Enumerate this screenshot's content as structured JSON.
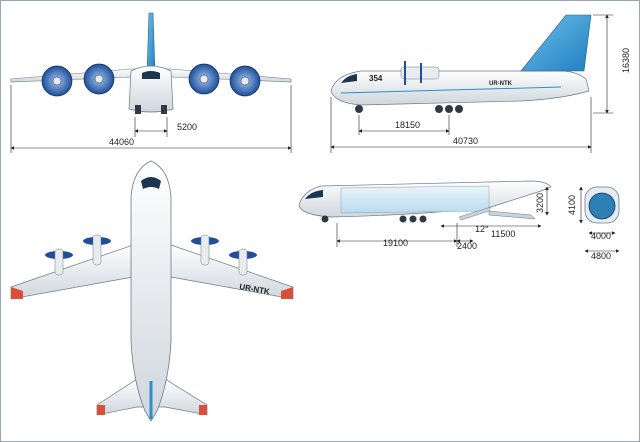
{
  "dimensions": {
    "front_wingspan": "44060",
    "front_track": "5200",
    "side_length": "40730",
    "side_wheelbase": "18150",
    "side_height": "16380",
    "cut_length": "19100",
    "cut_ramp": "2400",
    "cut_total": "11500",
    "cut_height": "3200",
    "ramp_angle": "12°",
    "section_height": "4100",
    "section_width": "4000",
    "section_outer": "4800"
  },
  "markings": {
    "registration": "UR-NTK",
    "tail_number": "354"
  },
  "colors": {
    "tail_blue": "#2b8fc9",
    "prop_blue": "#1f4f9a",
    "body_white": "#f4f6f8",
    "cargo_blue": "#d6ecf6"
  }
}
